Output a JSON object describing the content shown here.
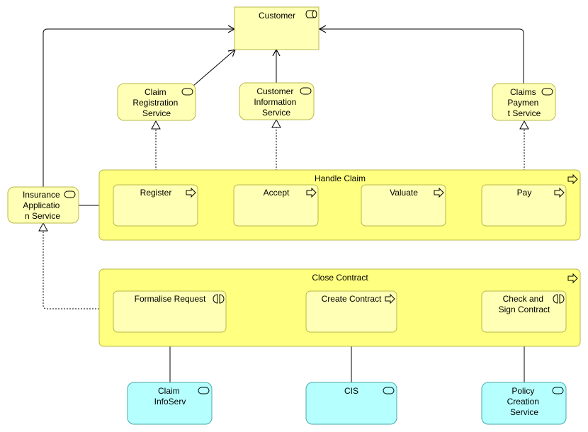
{
  "colors": {
    "business_fill": "#ffffb5",
    "business_stroke": "#b8b84a",
    "process_container_fill": "#ffff80",
    "app_fill": "#b5ffff",
    "app_stroke": "#4aa8a8",
    "line": "#000000"
  },
  "customer": {
    "label": "Customer",
    "icon": "role-icon"
  },
  "services": [
    {
      "label": [
        "Claim",
        "Registration",
        "Service"
      ],
      "icon": "service-icon"
    },
    {
      "label": [
        "Customer",
        "Information",
        "Service"
      ],
      "icon": "service-icon"
    },
    {
      "label": [
        "Claims",
        "Paymen",
        "t Service"
      ],
      "icon": "service-icon"
    },
    {
      "label": [
        "Insurance",
        "Applicatio",
        "n Service"
      ],
      "icon": "service-icon"
    }
  ],
  "handle_claim": {
    "title": "Handle Claim",
    "icon": "process-arrow-icon",
    "steps": [
      {
        "label": "Register",
        "icon": "process-arrow-icon"
      },
      {
        "label": "Accept",
        "icon": "process-arrow-icon"
      },
      {
        "label": "Valuate",
        "icon": "process-arrow-icon"
      },
      {
        "label": "Pay",
        "icon": "process-arrow-icon"
      }
    ]
  },
  "close_contract": {
    "title": "Close Contract",
    "icon": "process-arrow-icon",
    "steps": [
      {
        "label": [
          "Formalise Request"
        ],
        "icon": "interaction-icon"
      },
      {
        "label": [
          "Create Contract"
        ],
        "icon": "process-arrow-icon"
      },
      {
        "label": [
          "Check and",
          "Sign Contract"
        ],
        "icon": "interaction-icon"
      }
    ]
  },
  "app_services": [
    {
      "label": [
        "Claim",
        "InfoServ"
      ],
      "icon": "service-icon"
    },
    {
      "label": [
        "CIS"
      ],
      "icon": "service-icon"
    },
    {
      "label": [
        "Policy",
        "Creation",
        "Service"
      ],
      "icon": "service-icon"
    }
  ]
}
